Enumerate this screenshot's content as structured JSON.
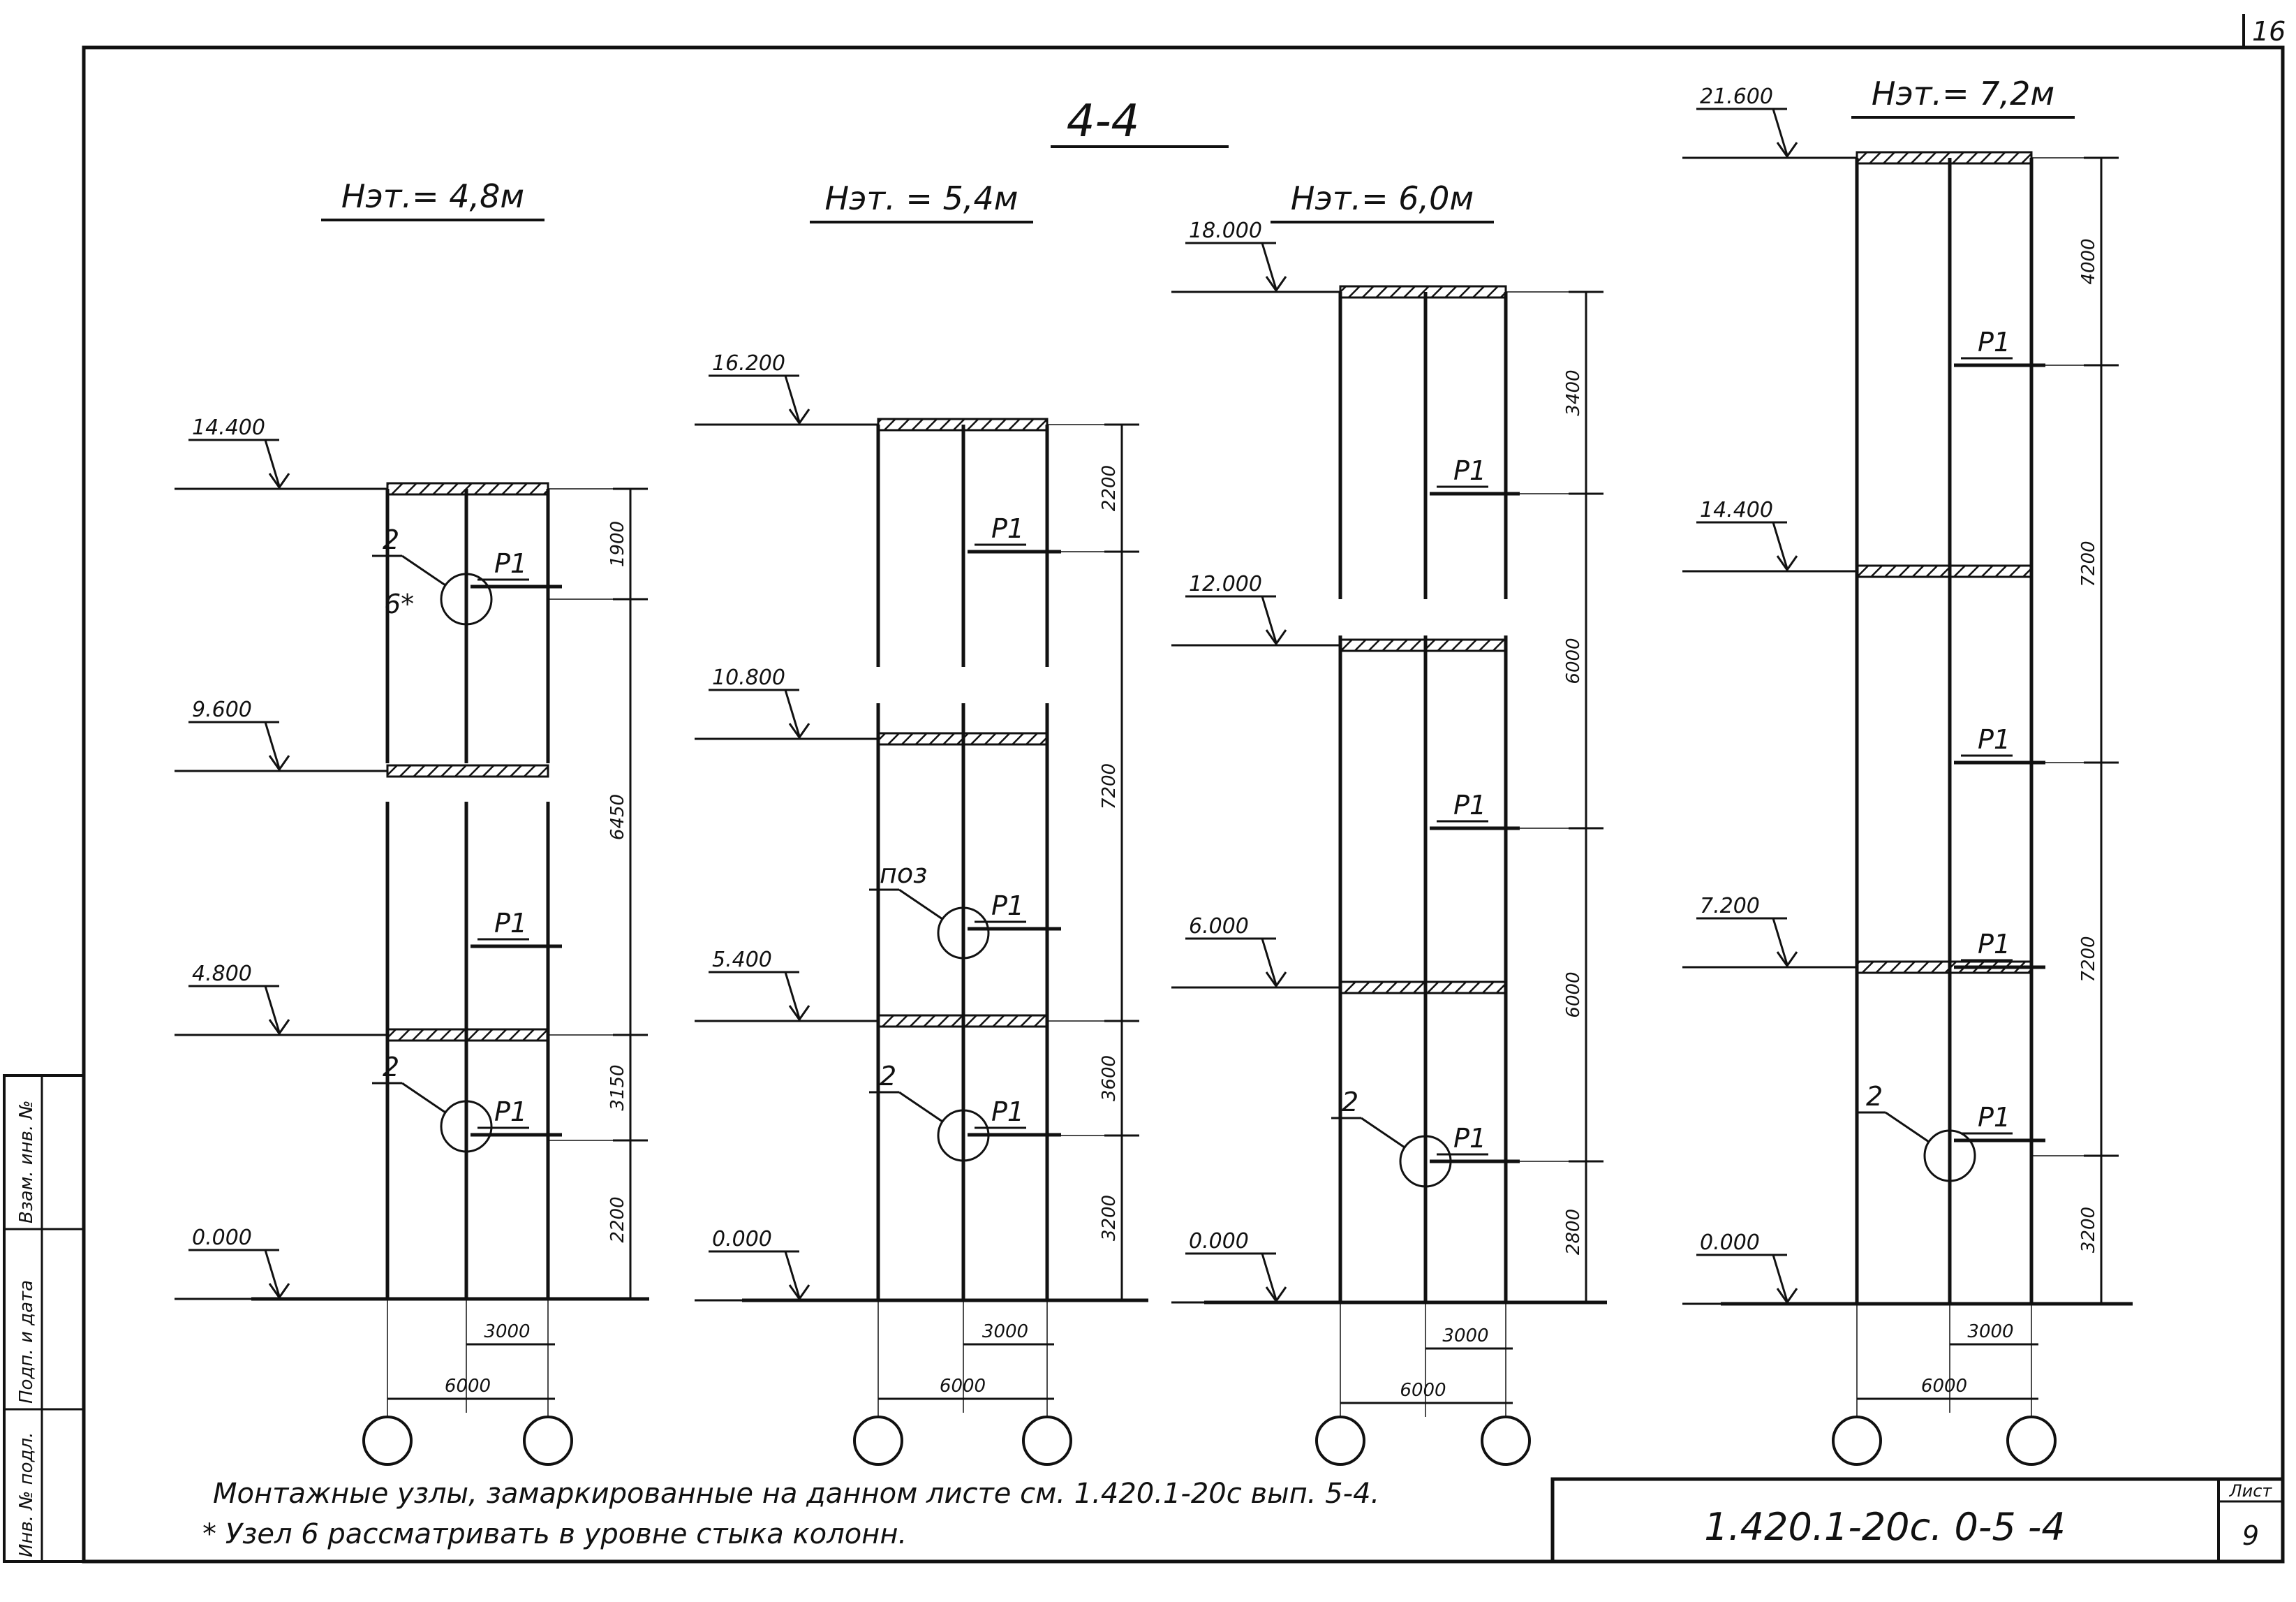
{
  "sheet": {
    "corner_number": "16",
    "section_title": "4-4",
    "notes": [
      "Монтажные узлы, замаркированные на данном листе см. 1.420.1-20с вып. 5-4.",
      "* Узел 6 рассматривать в уровне стыка колонн."
    ],
    "doc_code": "1.420.1-20с. 0-5 -4",
    "sheet_label": "Лист",
    "sheet_number": "9",
    "stamp": [
      "Инв. № подл.",
      "Подп. и дата",
      "Взам. инв. №"
    ]
  },
  "frames": [
    {
      "header": "Нэт.= 4,8м",
      "levels": [
        "0.000",
        "4.800",
        "9.600",
        "14.400"
      ],
      "dims": [
        "2200",
        "3150",
        "6450",
        "1900"
      ],
      "span_labels": [
        "3000",
        "6000"
      ],
      "labels": [
        "Р1",
        "Р1",
        "Р1",
        "2",
        "2",
        "6*"
      ]
    },
    {
      "header": "Нэт. = 5,4м",
      "levels": [
        "0.000",
        "5.400",
        "10.800",
        "16.200"
      ],
      "dims": [
        "3200",
        "3600",
        "7200",
        "2200"
      ],
      "span_labels": [
        "3000",
        "6000"
      ],
      "labels": [
        "Р1",
        "Р1",
        "Р1",
        "2",
        "поз"
      ]
    },
    {
      "header": "Нэт.= 6,0м",
      "levels": [
        "0.000",
        "6.000",
        "12.000",
        "18.000"
      ],
      "dims": [
        "2800",
        "6000",
        "6000",
        "3400"
      ],
      "span_labels": [
        "3000",
        "6000"
      ],
      "labels": [
        "Р1",
        "Р1",
        "Р1",
        "2"
      ]
    },
    {
      "header": "Нэт.= 7,2м",
      "levels": [
        "0.000",
        "7.200",
        "14.400",
        "21.600"
      ],
      "dims": [
        "3200",
        "7200",
        "7200",
        "4000"
      ],
      "span_labels": [
        "3000",
        "6000"
      ],
      "labels": [
        "Р1",
        "Р1",
        "Р1",
        "Р1",
        "2"
      ]
    }
  ]
}
